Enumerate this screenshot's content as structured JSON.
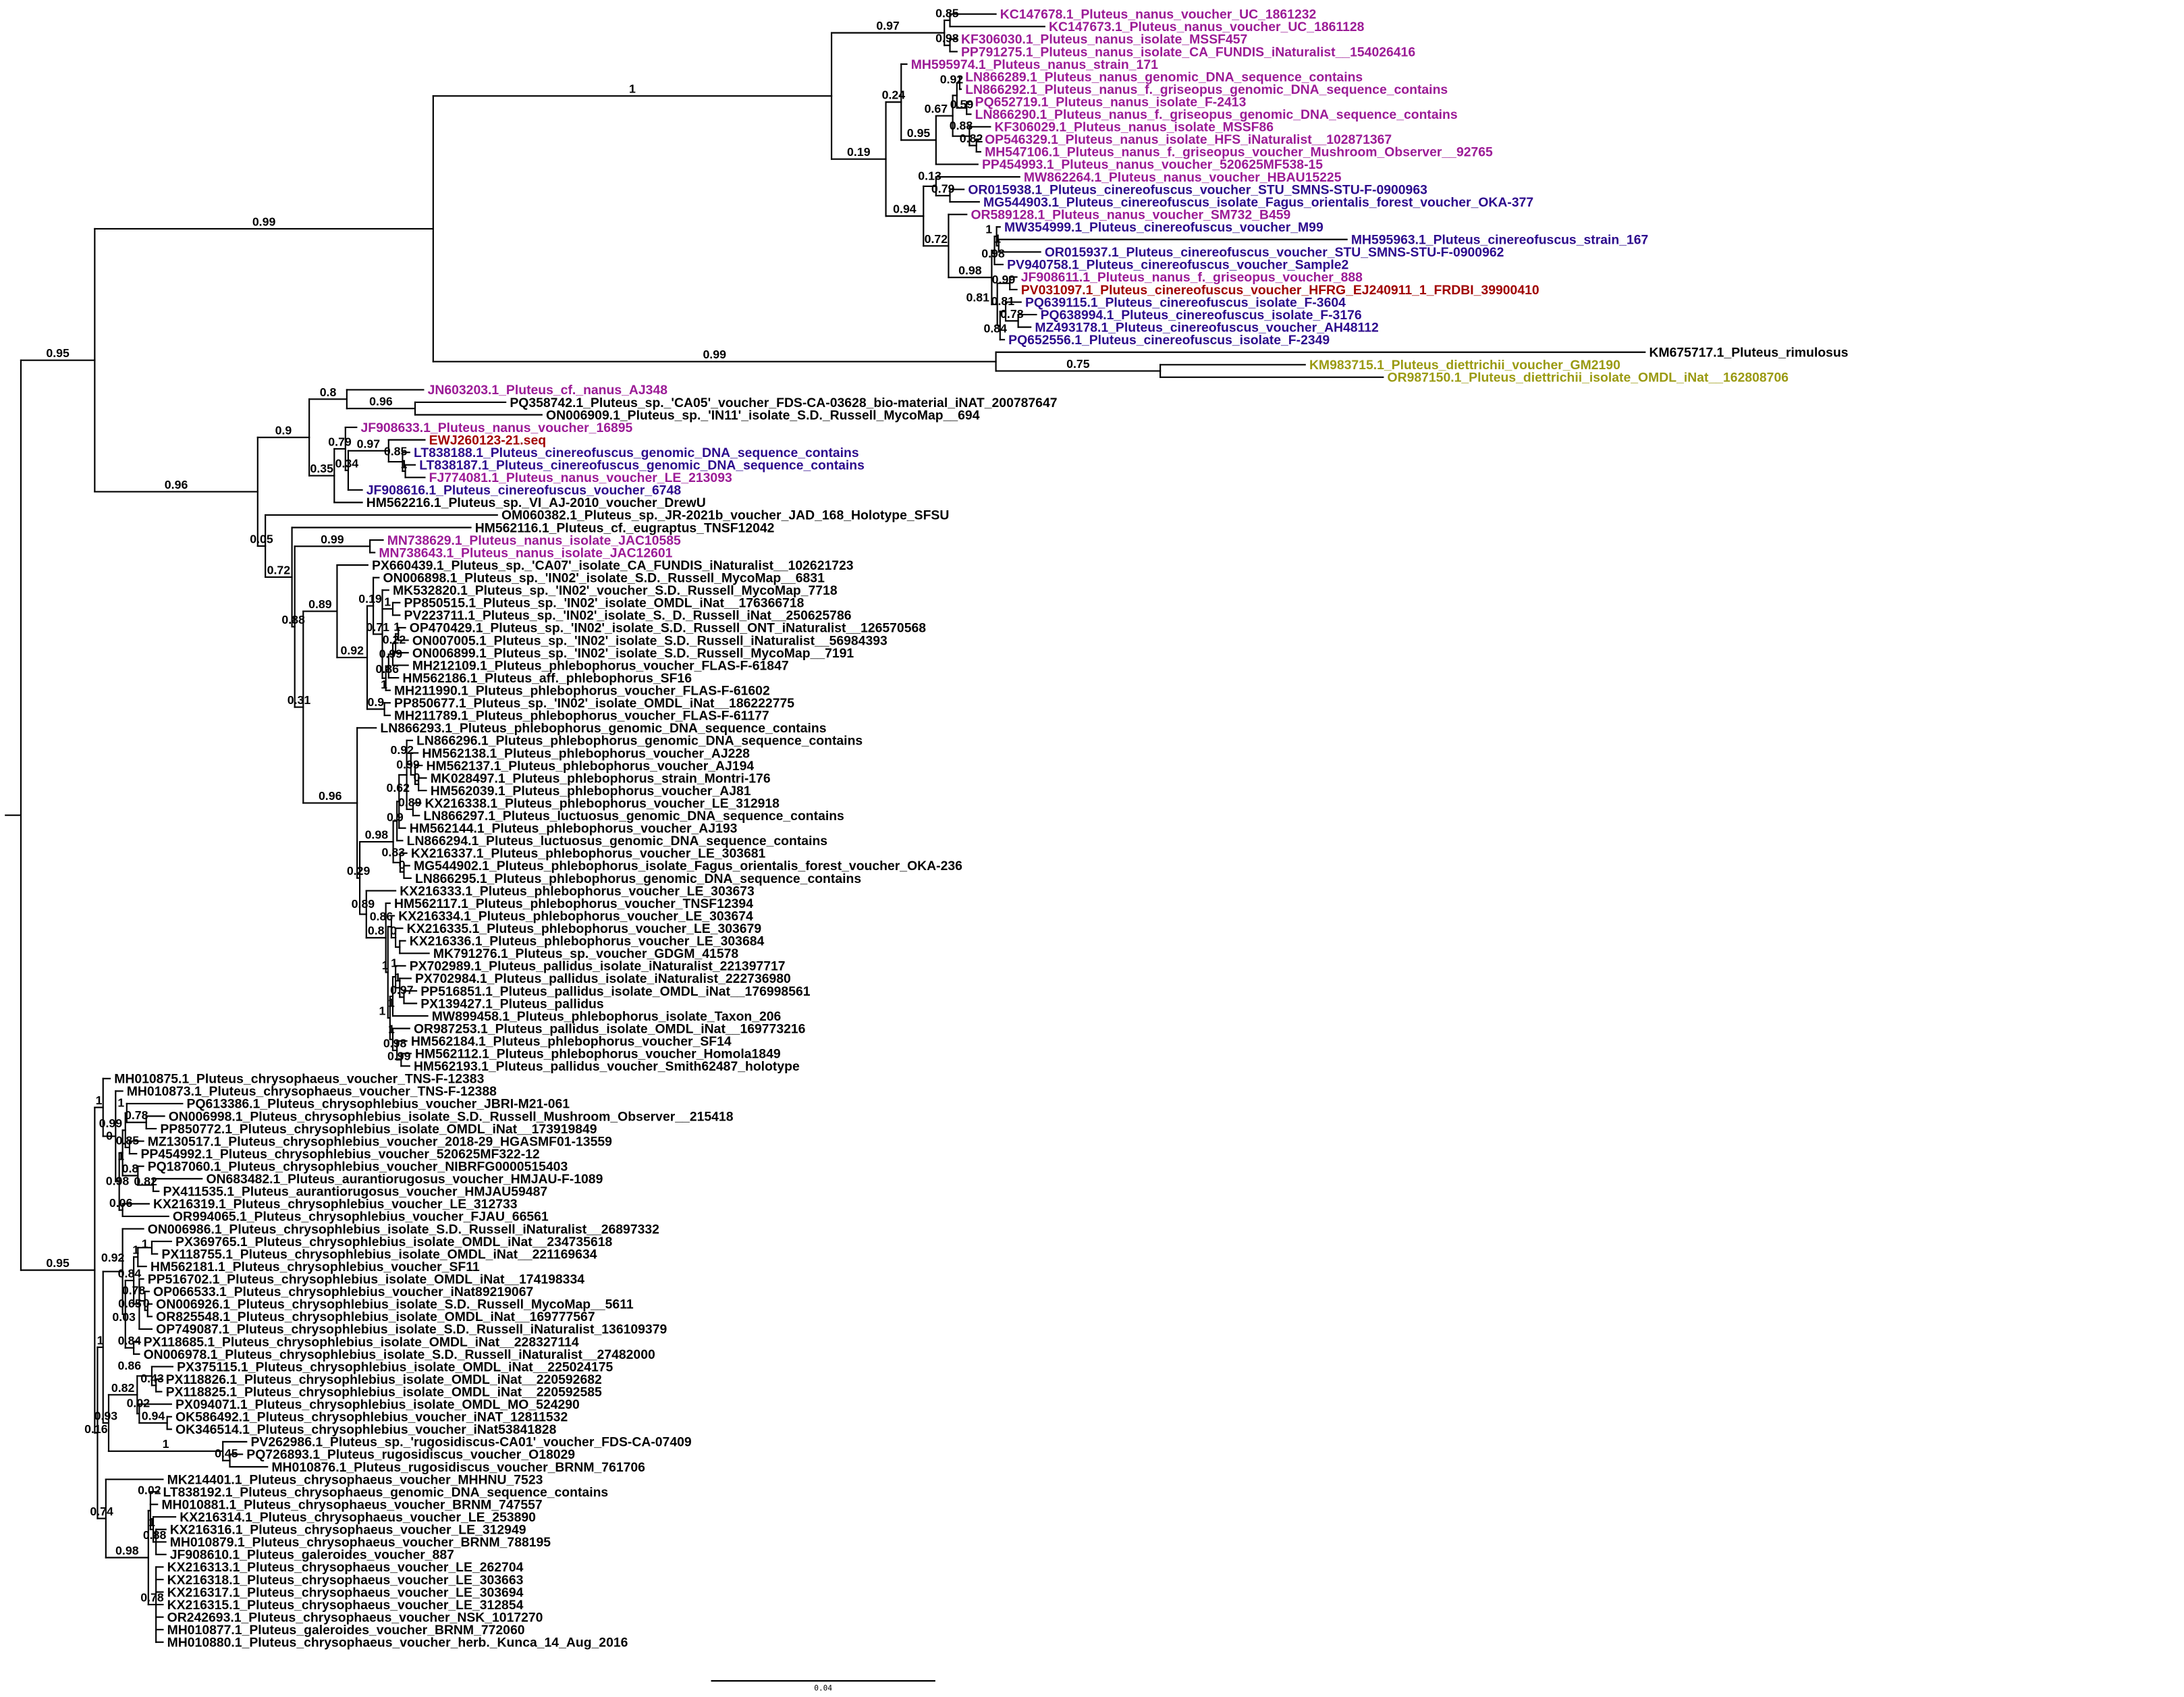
{
  "colors": {
    "m": "#9b1b96",
    "n": "#2c0a8c",
    "r": "#a00000",
    "o": "#9a9a12",
    "k": "#000000"
  },
  "scale_bar": {
    "label": "0.04",
    "value": 0.04
  },
  "leaves": [
    {
      "label": "KC147678.1_Pluteus_nanus_voucher_UC_1861232",
      "g": "m"
    },
    {
      "label": "KC147673.1_Pluteus_nanus_voucher_UC_1861128",
      "g": "m"
    },
    {
      "label": "KF306030.1_Pluteus_nanus_isolate_MSSF457",
      "g": "m"
    },
    {
      "label": "PP791275.1_Pluteus_nanus_isolate_CA_FUNDIS_iNaturalist__154026416",
      "g": "m"
    },
    {
      "label": "MH595974.1_Pluteus_nanus_strain_171",
      "g": "m"
    },
    {
      "label": "LN866289.1_Pluteus_nanus_genomic_DNA_sequence_contains",
      "g": "m"
    },
    {
      "label": "LN866292.1_Pluteus_nanus_f._griseopus_genomic_DNA_sequence_contains",
      "g": "m"
    },
    {
      "label": "PQ652719.1_Pluteus_nanus_isolate_F-2413",
      "g": "m"
    },
    {
      "label": "LN866290.1_Pluteus_nanus_f._griseopus_genomic_DNA_sequence_contains",
      "g": "m"
    },
    {
      "label": "KF306029.1_Pluteus_nanus_isolate_MSSF86",
      "g": "m"
    },
    {
      "label": "OP546329.1_Pluteus_nanus_isolate_HFS_iNaturalist__102871367",
      "g": "m"
    },
    {
      "label": "MH547106.1_Pluteus_nanus_f._griseopus_voucher_Mushroom_Observer__92765",
      "g": "m"
    },
    {
      "label": "PP454993.1_Pluteus_nanus_voucher_520625MF538-15",
      "g": "m"
    },
    {
      "label": "MW862264.1_Pluteus_nanus_voucher_HBAU15225",
      "g": "m"
    },
    {
      "label": "OR015938.1_Pluteus_cinereofuscus_voucher_STU_SMNS-STU-F-0900963",
      "g": "n"
    },
    {
      "label": "MG544903.1_Pluteus_cinereofuscus_isolate_Fagus_orientalis_forest_voucher_OKA-377",
      "g": "n"
    },
    {
      "label": "OR589128.1_Pluteus_nanus_voucher_SM732_B459",
      "g": "m"
    },
    {
      "label": "MW354999.1_Pluteus_cinereofuscus_voucher_M99",
      "g": "n"
    },
    {
      "label": "MH595963.1_Pluteus_cinereofuscus_strain_167",
      "g": "n"
    },
    {
      "label": "OR015937.1_Pluteus_cinereofuscus_voucher_STU_SMNS-STU-F-0900962",
      "g": "n"
    },
    {
      "label": "PV940758.1_Pluteus_cinereofuscus_voucher_Sample2",
      "g": "n"
    },
    {
      "label": "JF908611.1_Pluteus_nanus_f._griseopus_voucher_888",
      "g": "m"
    },
    {
      "label": "PV031097.1_Pluteus_cinereofuscus_voucher_HFRG_EJ240911_1_FRDBI_39900410",
      "g": "r"
    },
    {
      "label": "PQ639115.1_Pluteus_cinereofuscus_isolate_F-3604",
      "g": "n"
    },
    {
      "label": "PQ638994.1_Pluteus_cinereofuscus_isolate_F-3176",
      "g": "n"
    },
    {
      "label": "MZ493178.1_Pluteus_cinereofuscus_voucher_AH48112",
      "g": "n"
    },
    {
      "label": "PQ652556.1_Pluteus_cinereofuscus_isolate_F-2349",
      "g": "n"
    },
    {
      "label": "KM675717.1_Pluteus_rimulosus",
      "g": "k"
    },
    {
      "label": "KM983715.1_Pluteus_diettrichii_voucher_GM2190",
      "g": "o"
    },
    {
      "label": "OR987150.1_Pluteus_diettrichii_isolate_OMDL_iNat__162808706",
      "g": "o"
    },
    {
      "label": "JN603203.1_Pluteus_cf._nanus_AJ348",
      "g": "m"
    },
    {
      "label": "PQ358742.1_Pluteus_sp._'CA05'_voucher_FDS-CA-03628_bio-material_iNAT_200787647",
      "g": "k"
    },
    {
      "label": "ON006909.1_Pluteus_sp._'IN11'_isolate_S.D._Russell_MycoMap__694",
      "g": "k"
    },
    {
      "label": "JF908633.1_Pluteus_nanus_voucher_16895",
      "g": "m"
    },
    {
      "label": "EWJ260123-21.seq",
      "g": "r"
    },
    {
      "label": "LT838188.1_Pluteus_cinereofuscus_genomic_DNA_sequence_contains",
      "g": "n"
    },
    {
      "label": "LT838187.1_Pluteus_cinereofuscus_genomic_DNA_sequence_contains",
      "g": "n"
    },
    {
      "label": "FJ774081.1_Pluteus_nanus_voucher_LE_213093",
      "g": "m"
    },
    {
      "label": "JF908616.1_Pluteus_cinereofuscus_voucher_6748",
      "g": "n"
    },
    {
      "label": "HM562216.1_Pluteus_sp._VI_AJ-2010_voucher_DrewU",
      "g": "k"
    },
    {
      "label": "OM060382.1_Pluteus_sp._JR-2021b_voucher_JAD_168_Holotype_SFSU",
      "g": "k"
    },
    {
      "label": "HM562116.1_Pluteus_cf._eugraptus_TNSF12042",
      "g": "k"
    },
    {
      "label": "MN738629.1_Pluteus_nanus_isolate_JAC10585",
      "g": "m"
    },
    {
      "label": "MN738643.1_Pluteus_nanus_isolate_JAC12601",
      "g": "m"
    },
    {
      "label": "PX660439.1_Pluteus_sp._'CA07'_isolate_CA_FUNDIS_iNaturalist__102621723",
      "g": "k"
    },
    {
      "label": "ON006898.1_Pluteus_sp._'IN02'_isolate_S.D._Russell_MycoMap__6831",
      "g": "k"
    },
    {
      "label": "MK532820.1_Pluteus_sp._'IN02'_voucher_S.D._Russell_MycoMap_7718",
      "g": "k"
    },
    {
      "label": "PP850515.1_Pluteus_sp._'IN02'_isolate_OMDL_iNat__176366718",
      "g": "k"
    },
    {
      "label": "PV223711.1_Pluteus_sp._'IN02'_isolate_S._D._Russell_iNat__250625786",
      "g": "k"
    },
    {
      "label": "OP470429.1_Pluteus_sp._'IN02'_isolate_S.D._Russell_ONT_iNaturalist__126570568",
      "g": "k"
    },
    {
      "label": "ON007005.1_Pluteus_sp._'IN02'_isolate_S.D._Russell_iNaturalist__56984393",
      "g": "k"
    },
    {
      "label": "ON006899.1_Pluteus_sp._'IN02'_isolate_S.D._Russell_MycoMap__7191",
      "g": "k"
    },
    {
      "label": "MH212109.1_Pluteus_phlebophorus_voucher_FLAS-F-61847",
      "g": "k"
    },
    {
      "label": "HM562186.1_Pluteus_aff._phlebophorus_SF16",
      "g": "k"
    },
    {
      "label": "MH211990.1_Pluteus_phlebophorus_voucher_FLAS-F-61602",
      "g": "k"
    },
    {
      "label": "PP850677.1_Pluteus_sp._'IN02'_isolate_OMDL_iNat__186222775",
      "g": "k"
    },
    {
      "label": "MH211789.1_Pluteus_phlebophorus_voucher_FLAS-F-61177",
      "g": "k"
    },
    {
      "label": "LN866293.1_Pluteus_phlebophorus_genomic_DNA_sequence_contains",
      "g": "k"
    },
    {
      "label": "LN866296.1_Pluteus_phlebophorus_genomic_DNA_sequence_contains",
      "g": "k"
    },
    {
      "label": "HM562138.1_Pluteus_phlebophorus_voucher_AJ228",
      "g": "k"
    },
    {
      "label": "HM562137.1_Pluteus_phlebophorus_voucher_AJ194",
      "g": "k"
    },
    {
      "label": "MK028497.1_Pluteus_phlebophorus_strain_Montri-176",
      "g": "k"
    },
    {
      "label": "HM562039.1_Pluteus_phlebophorus_voucher_AJ81",
      "g": "k"
    },
    {
      "label": "KX216338.1_Pluteus_phlebophorus_voucher_LE_312918",
      "g": "k"
    },
    {
      "label": "LN866297.1_Pluteus_luctuosus_genomic_DNA_sequence_contains",
      "g": "k"
    },
    {
      "label": "HM562144.1_Pluteus_phlebophorus_voucher_AJ193",
      "g": "k"
    },
    {
      "label": "LN866294.1_Pluteus_luctuosus_genomic_DNA_sequence_contains",
      "g": "k"
    },
    {
      "label": "KX216337.1_Pluteus_phlebophorus_voucher_LE_303681",
      "g": "k"
    },
    {
      "label": "MG544902.1_Pluteus_phlebophorus_isolate_Fagus_orientalis_forest_voucher_OKA-236",
      "g": "k"
    },
    {
      "label": "LN866295.1_Pluteus_phlebophorus_genomic_DNA_sequence_contains",
      "g": "k"
    },
    {
      "label": "KX216333.1_Pluteus_phlebophorus_voucher_LE_303673",
      "g": "k"
    },
    {
      "label": "HM562117.1_Pluteus_phlebophorus_voucher_TNSF12394",
      "g": "k"
    },
    {
      "label": "KX216334.1_Pluteus_phlebophorus_voucher_LE_303674",
      "g": "k"
    },
    {
      "label": "KX216335.1_Pluteus_phlebophorus_voucher_LE_303679",
      "g": "k"
    },
    {
      "label": "KX216336.1_Pluteus_phlebophorus_voucher_LE_303684",
      "g": "k"
    },
    {
      "label": "MK791276.1_Pluteus_sp._voucher_GDGM_41578",
      "g": "k"
    },
    {
      "label": "PX702989.1_Pluteus_pallidus_isolate_iNaturalist_221397717",
      "g": "k"
    },
    {
      "label": "PX702984.1_Pluteus_pallidus_isolate_iNaturalist_222736980",
      "g": "k"
    },
    {
      "label": "PP516851.1_Pluteus_pallidus_isolate_OMDL_iNat__176998561",
      "g": "k"
    },
    {
      "label": "PX139427.1_Pluteus_pallidus",
      "g": "k"
    },
    {
      "label": "MW899458.1_Pluteus_phlebophorus_isolate_Taxon_206",
      "g": "k"
    },
    {
      "label": "OR987253.1_Pluteus_pallidus_isolate_OMDL_iNat__169773216",
      "g": "k"
    },
    {
      "label": "HM562184.1_Pluteus_phlebophorus_voucher_SF14",
      "g": "k"
    },
    {
      "label": "HM562112.1_Pluteus_phlebophorus_voucher_Homola1849",
      "g": "k"
    },
    {
      "label": "HM562193.1_Pluteus_pallidus_voucher_Smith62487_holotype",
      "g": "k"
    },
    {
      "label": "MH010875.1_Pluteus_chrysophaeus_voucher_TNS-F-12383",
      "g": "k"
    },
    {
      "label": "MH010873.1_Pluteus_chrysophaeus_voucher_TNS-F-12388",
      "g": "k"
    },
    {
      "label": "PQ613386.1_Pluteus_chrysophlebius_voucher_JBRI-M21-061",
      "g": "k"
    },
    {
      "label": "ON006998.1_Pluteus_chrysophlebius_isolate_S.D._Russell_Mushroom_Observer__215418",
      "g": "k"
    },
    {
      "label": "PP850772.1_Pluteus_chrysophlebius_isolate_OMDL_iNat__173919849",
      "g": "k"
    },
    {
      "label": "MZ130517.1_Pluteus_chrysophlebius_voucher_2018-29_HGASMF01-13559",
      "g": "k"
    },
    {
      "label": "PP454992.1_Pluteus_chrysophlebius_voucher_520625MF322-12",
      "g": "k"
    },
    {
      "label": "PQ187060.1_Pluteus_chrysophlebius_voucher_NIBRFG0000515403",
      "g": "k"
    },
    {
      "label": "ON683482.1_Pluteus_aurantiorugosus_voucher_HMJAU-F-1089",
      "g": "k"
    },
    {
      "label": "PX411535.1_Pluteus_aurantiorugosus_voucher_HMJAU59487",
      "g": "k"
    },
    {
      "label": "KX216319.1_Pluteus_chrysophlebius_voucher_LE_312733",
      "g": "k"
    },
    {
      "label": "OR994065.1_Pluteus_chrysophlebius_voucher_FJAU_66561",
      "g": "k"
    },
    {
      "label": "ON006986.1_Pluteus_chrysophlebius_isolate_S.D._Russell_iNaturalist__26897332",
      "g": "k"
    },
    {
      "label": "PX369765.1_Pluteus_chrysophlebius_isolate_OMDL_iNat__234735618",
      "g": "k"
    },
    {
      "label": "PX118755.1_Pluteus_chrysophlebius_isolate_OMDL_iNat__221169634",
      "g": "k"
    },
    {
      "label": "HM562181.1_Pluteus_chrysophlebius_voucher_SF11",
      "g": "k"
    },
    {
      "label": "PP516702.1_Pluteus_chrysophlebius_isolate_OMDL_iNat__174198334",
      "g": "k"
    },
    {
      "label": "OP066533.1_Pluteus_chrysophlebius_voucher_iNat89219067",
      "g": "k"
    },
    {
      "label": "ON006926.1_Pluteus_chrysophlebius_isolate_S.D._Russell_MycoMap__5611",
      "g": "k"
    },
    {
      "label": "OR825548.1_Pluteus_chrysophlebius_isolate_OMDL_iNat__169777567",
      "g": "k"
    },
    {
      "label": "OP749087.1_Pluteus_chrysophlebius_isolate_S.D._Russell_iNaturalist_136109379",
      "g": "k"
    },
    {
      "label": "PX118685.1_Pluteus_chrysophlebius_isolate_OMDL_iNat__228327114",
      "g": "k"
    },
    {
      "label": "ON006978.1_Pluteus_chrysophlebius_isolate_S.D._Russell_iNaturalist__27482000",
      "g": "k"
    },
    {
      "label": "PX375115.1_Pluteus_chrysophlebius_isolate_OMDL_iNat__225024175",
      "g": "k"
    },
    {
      "label": "PX118826.1_Pluteus_chrysophlebius_isolate_OMDL_iNat__220592682",
      "g": "k"
    },
    {
      "label": "PX118825.1_Pluteus_chrysophlebius_isolate_OMDL_iNat__220592585",
      "g": "k"
    },
    {
      "label": "PX094071.1_Pluteus_chrysophlebius_isolate_OMDL_MO_524290",
      "g": "k"
    },
    {
      "label": "OK586492.1_Pluteus_chrysophlebius_voucher_iNAT_12811532",
      "g": "k"
    },
    {
      "label": "OK346514.1_Pluteus_chrysophlebius_voucher_iNat53841828",
      "g": "k"
    },
    {
      "label": "PV262986.1_Pluteus_sp._'rugosidiscus-CA01'_voucher_FDS-CA-07409",
      "g": "k"
    },
    {
      "label": "PQ726893.1_Pluteus_rugosidiscus_voucher_O18029",
      "g": "k"
    },
    {
      "label": "MH010876.1_Pluteus_rugosidiscus_voucher_BRNM_761706",
      "g": "k"
    },
    {
      "label": "MK214401.1_Pluteus_chrysophaeus_voucher_MHHNU_7523",
      "g": "k"
    },
    {
      "label": "LT838192.1_Pluteus_chrysophaeus_genomic_DNA_sequence_contains",
      "g": "k"
    },
    {
      "label": "MH010881.1_Pluteus_chrysophaeus_voucher_BRNM_747557",
      "g": "k"
    },
    {
      "label": "KX216314.1_Pluteus_chrysophaeus_voucher_LE_253890",
      "g": "k"
    },
    {
      "label": "KX216316.1_Pluteus_chrysophaeus_voucher_LE_312949",
      "g": "k"
    },
    {
      "label": "MH010879.1_Pluteus_chrysophaeus_voucher_BRNM_788195",
      "g": "k"
    },
    {
      "label": "JF908610.1_Pluteus_galeroides_voucher_887",
      "g": "k"
    },
    {
      "label": "KX216313.1_Pluteus_chrysophaeus_voucher_LE_262704",
      "g": "k"
    },
    {
      "label": "KX216318.1_Pluteus_chrysophaeus_voucher_LE_303663",
      "g": "k"
    },
    {
      "label": "KX216317.1_Pluteus_chrysophaeus_voucher_LE_303694",
      "g": "k"
    },
    {
      "label": "KX216315.1_Pluteus_chrysophaeus_voucher_LE_312854",
      "g": "k"
    },
    {
      "label": "OR242693.1_Pluteus_chrysophaeus_voucher_NSK_1017270",
      "g": "k"
    },
    {
      "label": "MH010877.1_Pluteus_galeroides_voucher_BRNM_772060",
      "g": "k"
    },
    {
      "label": "MH010880.1_Pluteus_chrysophaeus_voucher_herb._Kunca_14_Aug_2016",
      "g": "k"
    }
  ],
  "supports": [
    "0.95",
    "0.99",
    "1",
    "0.97",
    "0.85",
    "0.98",
    "0.19",
    "0.24",
    "0.95",
    "0.67",
    "0.92",
    "0.59",
    "0.88",
    "0.82",
    "0.94",
    "0.13",
    "0.79",
    "0.72",
    "0.98",
    "0.98",
    "1",
    "1",
    "0.81",
    "0.99",
    "0.84",
    "0.81",
    "0.78",
    "0.99",
    "0.75",
    "0.96",
    "0.9",
    "0.8",
    "0.96",
    "0.35",
    "0.79",
    "0.34",
    "0.97",
    "0.85",
    "1",
    "0.05",
    "0.72",
    "0.88",
    "0.99",
    "0.31",
    "0.89",
    "0.92",
    "0.19",
    "0.71",
    "1",
    "1",
    "0.86",
    "0.99",
    "0.22",
    "1",
    "0.9",
    "0.96",
    "0.29",
    "0.98",
    "0.9",
    "0.62",
    "0.92",
    "0.99",
    "0",
    "0.89",
    "0.83",
    "0",
    "0.89",
    "0.8",
    "1",
    "0.86",
    "0",
    "1",
    "1",
    "1",
    "1",
    "0.97",
    "1",
    "0.98",
    "0.99",
    "0.95",
    "1",
    "0",
    "0.98",
    "1",
    "0.99",
    "1",
    "0.78",
    "0.85",
    "0.8",
    "0.82",
    "0.06",
    "0.16",
    "1",
    "0.92",
    "0.03",
    "0.84",
    "1",
    "1",
    "0.65",
    "0.78",
    "0",
    "0.84",
    "0.93",
    "0.82",
    "0.86",
    "0.43",
    "0.02",
    "0.94",
    "1",
    "0.45",
    "0.74",
    "0.98",
    "0.02",
    "1",
    "0.88",
    "0.78"
  ]
}
